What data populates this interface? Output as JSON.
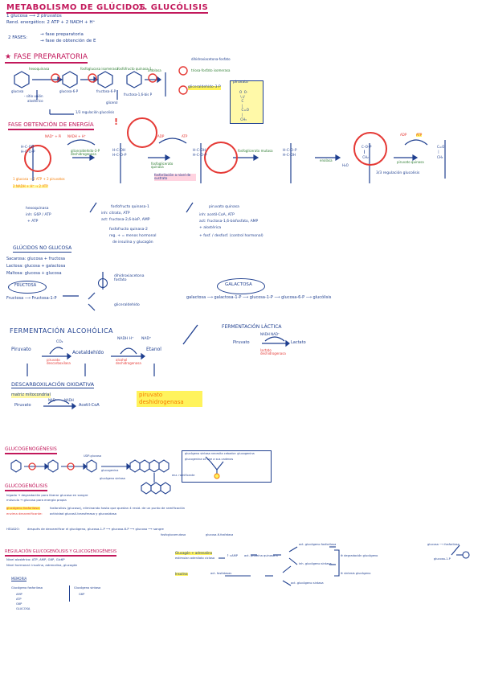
{
  "colors": {
    "ink": "#1f3f8f",
    "heading_pink": "#c2185b",
    "enzyme_green": "#2e7d32",
    "circle_red": "#e53935",
    "note_orange": "#f57c00",
    "highlight_yellow": "#fff35c",
    "highlight_pink": "#ffd3e0"
  },
  "title": {
    "main": "METABOLISMO DE GLÚCIDOS",
    "sub": "1. GLUCÓLISIS"
  },
  "intro": {
    "line1": "1 glucosa ⟶ 2 piruvatos",
    "line2": "Rend. energético: 2 ATP + 2 NADH + H⁺",
    "phases_label": "2 FASES:",
    "phase1": "→ fase preparatoria",
    "phase2": "→ fase de obtención de E"
  },
  "fase_preparatoria": {
    "heading": "FASE PREPARATORIA",
    "hexoquinasa": "hexoquinasa",
    "glucosa": "glucosa",
    "g6p": "glucosa-6-P",
    "isomerasa": "fosfoglucosa isomerasa",
    "fructosa6p": "fructosa-6-P",
    "pfk1": "fosfofructo quinasa-1",
    "fructosa16bp": "fructosa-1,6-bis P",
    "aldolasa": "aldolasa",
    "gliceraldehido": "gliceraldehído-3-P",
    "dhap": "dihidroxiacetona-fosfato",
    "triosa": "triosa-fosfato isomerasa",
    "note_left1": "- sitio unión",
    "note_left2": "alostérico",
    "note_glicerol": "glicerol",
    "regulation_note": "1/3 regulación glucolisis",
    "piruvato_box": "piruvato"
  },
  "fase_obtencion": {
    "heading": "FASE OBTENCIÓN DE ENERGÍA",
    "nad": "NAD⁺ + Pi",
    "nadh": "NADH + H⁺",
    "gapdh": "gliceraldehído-3-P deshidrogenasa",
    "pgk": "fosfoglicerato quinasa",
    "adp": "ADP",
    "atp": "ATP",
    "mutasa": "fosfoglicerato mutasa",
    "enolasa": "enolasa",
    "pk": "piruvato quinasa",
    "fosforilacion": "fosforilación a nivel de sustrato",
    "balance1": "1 glucosa → 2 ATP + 2 piruvatos",
    "balance2": "2 NADH + H⁺ → 2 ATP",
    "regulation_note": "3/3 regulación glucolisis",
    "adp2": "ADP",
    "atp2": "ATP",
    "h2o": "H₂O"
  },
  "regulacion": {
    "hex_title": "hexoquinasa",
    "hex_line": "inh: G6P / ATP",
    "hex_line2": "+ ATP",
    "pfk_title": "fosfofructo quinasa-1",
    "pfk_line1": "inh: citrato, ATP",
    "pfk_line2": "act: fructosa-2,6-bisP, AMP",
    "pfk_line3": "fosfofructo quinasa-2",
    "pfk_line4": "reg. + = menos hormonal",
    "pfk_line5": "de insulina y glucagón",
    "pk_title": "piruvato quinasa",
    "pk_line1": "inh: acetil-CoA, ATP",
    "pk_line2": "act: fructosa-1,6-bisfosfato, AMP",
    "pk_line3": "+ alostérica",
    "pk_line4": "+ fosf. / desfosf. (control hormonal)"
  },
  "otros_glucidos": {
    "heading": "GLÚCIDOS NO GLUCOSA",
    "sacarosa": "Sacarosa: glucosa + fructosa",
    "lactosa": "Lactosa: glucosa + galactosa",
    "maltosa": "Maltosa: glucosa + glucosa",
    "fructosa_tag": "FRUCTOSA",
    "fructosa_path": "Fructosa ⟶ Fructosa-1-P",
    "dhap_branch": "dihidroxiacetona fosfato",
    "gliceraldehido_branch": "gliceraldehído",
    "galactosa_tag": "GALACTOSA",
    "galactosa_path": "galactosa ⟶ galactosa-1-P ⟶ glucosa-1-P ⟶ glucosa-6-P ⟶ glucólisis"
  },
  "fermentacion": {
    "alcoholica_heading": "FERMENTACIÓN ALCOHÓLICA",
    "piruvato": "Piruvato",
    "co2": "CO₂",
    "acetaldehido": "Acetaldehído",
    "nadh": "NADH H⁺",
    "nad": "NAD⁺",
    "etanol": "Etanol",
    "enz1": "piruvato descarboxilasa",
    "enz2": "alcohol deshidrogenasa",
    "lactica_heading": "FERMENTACIÓN LÁCTICA",
    "lactica_piruvato": "Piruvato",
    "lactica_nadh": "NADH NAD⁺",
    "lactato": "Lactato",
    "lactica_enz": "lactato deshidrogenasa"
  },
  "descarboxilacion": {
    "heading": "DESCARBOXILACIÓN OXIDATIVA",
    "matriz": "matriz mitocondrial",
    "nad": "NAD⁺",
    "nadh": "NADH",
    "piruvato": "Piruvato",
    "acetil": "Acetil-CoA",
    "complejo": "piruvato deshidrogenasa"
  },
  "glucogenogenesis": {
    "heading": "GLUCOGENOGÉNESIS",
    "udp": "UDP-glucosa",
    "glucogenina": "glucogenina",
    "sintasa": "glucógeno sintasa",
    "ramificante": "enz. ramificante",
    "box_line1": "glucógeno sintasa necesita cebador: glucogenina",
    "box_line2": "glucogenina se une a sus cadenas"
  },
  "glucogenolisis": {
    "heading": "GLUCOGENÓLISIS",
    "line1": "hígado → degradación para liberar glucosa en sangre",
    "line2": "músculo → glucosa para energía propia",
    "fosforilasa": "glucógeno fosforilasa:",
    "fosforilasa_desc": "fosforolisis (glucosa), eliminando hasta que quedan 4 resid. de un punto de ramificación",
    "desramificante": "enzima desramificante:",
    "desramificante_desc": "actividad glucosil-transferasa y glucosidasa",
    "higado": "HÍGADO:",
    "higado_desc": "después de desramificar el glucógeno, glucosa-1-P ⟶ glucosa-6-P ⟶ glucosa ⟶ sangre",
    "enz_fosfo": "fosfoglucomutasa",
    "enz_g6pasa": "glucosa-6-fosfatasa"
  },
  "regulacion_gluco": {
    "heading": "REGULACIÓN GLUCOGENÓLISIS Y GLUCOGENOGÉNESIS",
    "alost": "Nivel alostérico: ATP, AMP, G6P, Glc6P",
    "hormonal": "Nivel hormonal: insulina, adrenalina, glucagón",
    "hormonas": "Glucagón + adrenalina",
    "hormonas2": "estimulan adenilato ciclasa",
    "insulina": "Insulina",
    "aumenta_amp": "↑ cAMP",
    "pka": "act. proteína quinasa A",
    "fosforilacion1": "act. glucógeno fosforilasa",
    "fosforilacion2": "inh. glucógeno sintasa",
    "insulina_act": "act. fosfatasas",
    "insulina_res1": "act. glucógeno sintasa",
    "degradacion": "⊕ degradación glucógeno",
    "sintesis": "⊕ síntesis glucógeno",
    "memoria_title": "MEMORIA",
    "glucogeno_fosforilasa": "Glucógeno fosforilasa",
    "glucogeno_sintasa": "Glucógeno sintasa",
    "mem1": "AMP",
    "mem2": "ATP",
    "mem3": "G6P",
    "mem4": "GLUCOSA",
    "mem5": "G6P",
    "side_note1": "glucosa ⟶ fosforilasa",
    "side_note2": "glucosa-1-P"
  }
}
